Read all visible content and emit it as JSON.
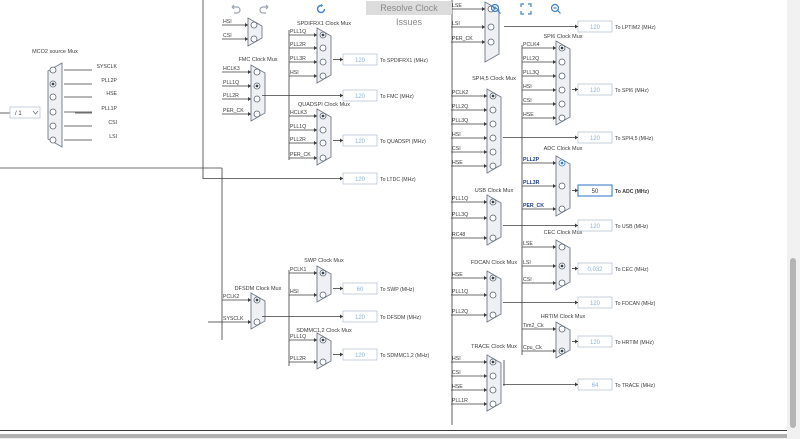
{
  "toolbar": {
    "undo_icon": "undo-icon",
    "redo_icon": "redo-icon",
    "refresh_icon": "refresh-icon",
    "resolve_label": "Resolve Clock Issues",
    "zoom_in_icon": "zoom-in-icon",
    "fit_icon": "fit-screen-icon",
    "zoom_out_icon": "zoom-out-icon"
  },
  "colors": {
    "wire": "#3c3c3c",
    "mux_fill": "#eef0f4",
    "mux_stroke": "#707a86",
    "label": "#3c3c3c",
    "value_text": "#8ab4d8",
    "box_border": "#b8c6d4",
    "active_box": "#3c82c8",
    "active_text": "#1e3c8c"
  },
  "muxes": [
    {
      "id": "mux-top-left",
      "title": "",
      "inputs": [
        "HSI",
        "CSI"
      ],
      "selected": -1
    },
    {
      "id": "mux-mco2",
      "title": "MCO2 source Mux",
      "inputs": [
        "SYSCLK",
        "PLL2P",
        "HSE",
        "PLL1P",
        "CSI",
        "LSI"
      ],
      "selected": 1
    },
    {
      "id": "mux-fmc",
      "title": "FMC Clock Mux",
      "inputs": [
        "HCLK3",
        "PLL1Q",
        "PLL2R",
        "PER_CK"
      ],
      "selected": 1
    },
    {
      "id": "mux-spdifrx1",
      "title": "SPDIFRX1 Clock Mux",
      "inputs": [
        "PLL1Q",
        "PLL2R",
        "PLL3R",
        "HSI"
      ],
      "selected": 0
    },
    {
      "id": "mux-quadspi",
      "title": "QUADSPI Clock Mux",
      "inputs": [
        "HCLK3",
        "PLL1Q",
        "PLL2R",
        "PER_CK"
      ],
      "selected": 0
    },
    {
      "id": "mux-lptim2",
      "title": "",
      "inputs": [
        "LSE",
        "LSI",
        "PER_CK"
      ],
      "selected": -1
    },
    {
      "id": "mux-spi6",
      "title": "SPI6 Clock Mux",
      "inputs": [
        "PCLK4",
        "PLL2Q",
        "PLL3Q",
        "HSI",
        "CSI",
        "HSE"
      ],
      "selected": 0
    },
    {
      "id": "mux-spi45",
      "title": "SPI4,5 Clock Mux",
      "inputs": [
        "PCLK2",
        "PLL2Q",
        "PLL3Q",
        "HSI",
        "CSI",
        "HSE"
      ],
      "selected": 0
    },
    {
      "id": "mux-adc",
      "title": "ADC Clock Mux",
      "inputs": [
        "PLL2P",
        "PLL3R",
        "PER_CK"
      ],
      "selected": 0
    },
    {
      "id": "mux-usb",
      "title": "USB Clock Mux",
      "inputs": [
        "PLL1Q",
        "PLL3Q",
        "RC48"
      ],
      "selected": 0
    },
    {
      "id": "mux-cec",
      "title": "CEC Clock Mux",
      "inputs": [
        "LSE",
        "LSI",
        "CSI"
      ],
      "selected": 1
    },
    {
      "id": "mux-fdcan",
      "title": "FDCAN Clock Mux",
      "inputs": [
        "HSE",
        "PLL1Q",
        "PLL2Q"
      ],
      "selected": 0
    },
    {
      "id": "mux-hrtim",
      "title": "HRTIM Clock Mux",
      "inputs": [
        "Tim2_Ck",
        "Cpu_Ck"
      ],
      "selected": 1
    },
    {
      "id": "mux-trace",
      "title": "TRACE Clock Mux",
      "inputs": [
        "HSI",
        "CSI",
        "HSE",
        "PLL1R"
      ],
      "selected": 0
    },
    {
      "id": "mux-swp",
      "title": "SWP Clock Mux",
      "inputs": [
        "PCLK1",
        "HSI"
      ],
      "selected": 0
    },
    {
      "id": "mux-dfsdm",
      "title": "DFSDM Clock Mux",
      "inputs": [
        "PCLK2",
        "SYSCLK"
      ],
      "selected": 0
    },
    {
      "id": "mux-sdmmc",
      "title": "SDMMC1,2 Clock Mux",
      "inputs": [
        "PLL1Q",
        "PLL2R"
      ],
      "selected": 0
    }
  ],
  "outputs": [
    {
      "id": "out-lptim2",
      "value": "120",
      "label": "To LPTIM2 (MHz)"
    },
    {
      "id": "out-spdifrx1",
      "value": "120",
      "label": "To SPDIFRX1 (MHz)"
    },
    {
      "id": "out-fmc",
      "value": "120",
      "label": "To FMC (MHz)"
    },
    {
      "id": "out-spi6",
      "value": "120",
      "label": "To SPI6 (MHz)"
    },
    {
      "id": "out-quadspi",
      "value": "120",
      "label": "To QUADSPI (MHz)"
    },
    {
      "id": "out-spi45",
      "value": "120",
      "label": "To SPI4,5 (MHz)"
    },
    {
      "id": "out-ltdc",
      "value": "120",
      "label": "To LTDC (MHz)"
    },
    {
      "id": "out-adc",
      "value": "50",
      "label": "To ADC (MHz)"
    },
    {
      "id": "out-usb",
      "value": "120",
      "label": "To USB (MHz)"
    },
    {
      "id": "out-cec",
      "value": "0.032",
      "label": "To CEC (MHz)"
    },
    {
      "id": "out-swp",
      "value": "60",
      "label": "To SWP (MHz)"
    },
    {
      "id": "out-fdcan",
      "value": "120",
      "label": "To FDCAN (MHz)"
    },
    {
      "id": "out-dfsdm",
      "value": "120",
      "label": "To DFSDM (MHz)"
    },
    {
      "id": "out-hrtim",
      "value": "120",
      "label": "To HRTIM (MHz)"
    },
    {
      "id": "out-sdmmc",
      "value": "120",
      "label": "To SDMMC1,2 (MHz)"
    },
    {
      "id": "out-trace",
      "value": "64",
      "label": "To TRACE (MHz)"
    }
  ],
  "mco2_divider": {
    "value": "/ 1",
    "arrow_icon": "chevron-down-icon"
  }
}
